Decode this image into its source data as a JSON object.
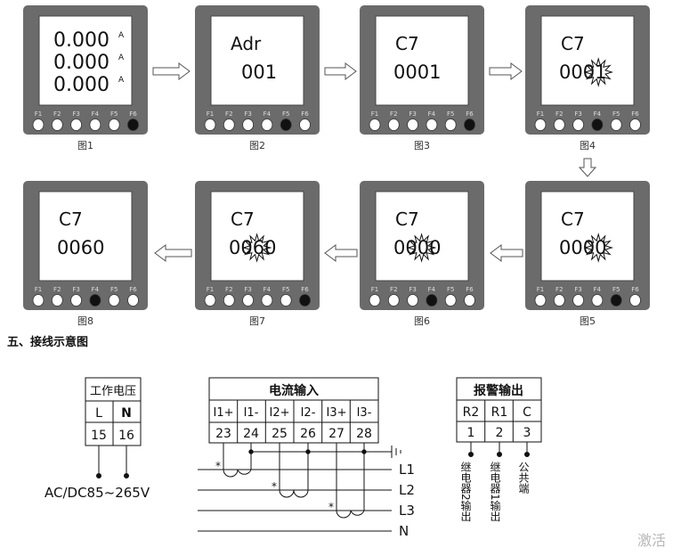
{
  "panels": [
    {
      "caption": "图1",
      "lines": [
        "0.000",
        "0.000",
        "0.000"
      ],
      "units": [
        "A",
        "A",
        "A"
      ],
      "pressed": [
        6
      ],
      "burst_digit": null
    },
    {
      "caption": "图2",
      "lines": [
        "Adr",
        "001"
      ],
      "units": [],
      "pressed": [
        5
      ],
      "burst_digit": null
    },
    {
      "caption": "图3",
      "lines": [
        "C7",
        "0001"
      ],
      "units": [],
      "pressed": [
        6
      ],
      "burst_digit": null
    },
    {
      "caption": "图4",
      "lines": [
        "C7",
        "0001"
      ],
      "units": [],
      "pressed": [
        4
      ],
      "burst_digit": 3
    },
    {
      "caption": "图5",
      "lines": [
        "C7",
        "0000"
      ],
      "units": [],
      "pressed": [
        5
      ],
      "burst_digit": 3
    },
    {
      "caption": "图6",
      "lines": [
        "C7",
        "0000"
      ],
      "units": [],
      "pressed": [
        4
      ],
      "burst_digit": 2
    },
    {
      "caption": "图7",
      "lines": [
        "C7",
        "0060"
      ],
      "units": [],
      "pressed": [
        6
      ],
      "burst_digit": 2
    },
    {
      "caption": "图8",
      "lines": [
        "C7",
        "0060"
      ],
      "units": [],
      "pressed": [
        4
      ],
      "burst_digit": null
    }
  ],
  "key_labels": [
    "F1",
    "F2",
    "F3",
    "F4",
    "F5",
    "F6"
  ],
  "section_title": "五、接线示意图",
  "power": {
    "title": "工作电压",
    "cols": [
      "L",
      "N"
    ],
    "terms": [
      "15",
      "16"
    ],
    "supply_label": "AC/DC85~265V"
  },
  "current": {
    "title": "电流输入",
    "cols": [
      "I1+",
      "I1-",
      "I2+",
      "I2-",
      "I3+",
      "I3-"
    ],
    "terms": [
      "23",
      "24",
      "25",
      "26",
      "27",
      "28"
    ],
    "lines": [
      "L1",
      "L2",
      "L3",
      "N"
    ]
  },
  "alarm": {
    "title": "报警输出",
    "cols": [
      "R2",
      "R1",
      "C"
    ],
    "terms": [
      "1",
      "2",
      "3"
    ],
    "outputs": [
      "继电器2输出",
      "继电器1输出",
      "公共端"
    ]
  },
  "watermark": "激活",
  "colors": {
    "frame": "#6b6b6b",
    "screen": "#ffffff",
    "key": "#ffffff",
    "key_pressed": "#111111",
    "line": "#111111"
  }
}
